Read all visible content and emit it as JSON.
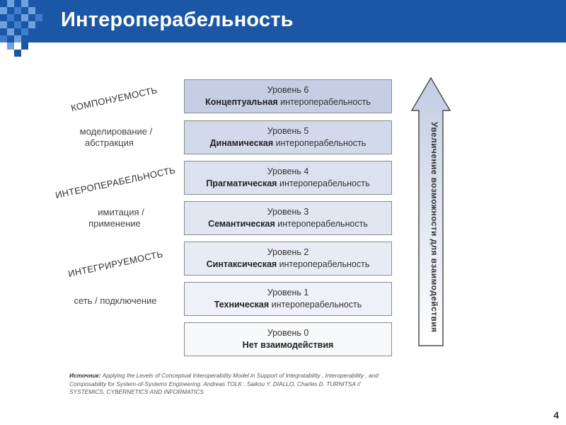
{
  "slide": {
    "title": "Интероперабельность",
    "page_number": "4"
  },
  "levels": [
    {
      "label": "Уровень 6",
      "bold": "Концептуальная",
      "rest": " интероперабельность",
      "fill": "#c5cee4"
    },
    {
      "label": "Уровень 5",
      "bold": "Динамическая",
      "rest": " интероперабельность",
      "fill": "#d2d9ea"
    },
    {
      "label": "Уровень 4",
      "bold": "Прагматическая",
      "rest": " интероперабельность",
      "fill": "#dbe1ee"
    },
    {
      "label": "Уровень 3",
      "bold": "Семантическая",
      "rest": " интероперабельность",
      "fill": "#e1e6f1"
    },
    {
      "label": "Уровень 2",
      "bold": "Синтаксическая",
      "rest": " интероперабельность",
      "fill": "#e7ebf4"
    },
    {
      "label": "Уровень 1",
      "bold": "Техническая",
      "rest": " интероперабельность",
      "fill": "#eef1f7"
    },
    {
      "label": "Уровень 0",
      "bold": "Нет взаимодействия",
      "rest": "",
      "fill": "#f8f9fb"
    }
  ],
  "left_labels": {
    "composability": "КОМПОНУЕМОСТЬ",
    "modeling": "моделирование /",
    "abstraction": "абстракция",
    "interoperability": "ИНТЕРОПЕРАБЕЛЬНОСТЬ",
    "simulation": "имитация /",
    "application": "применение",
    "integratability": "ИНТЕГРИРУЕМОСТЬ",
    "network": "сеть / подключение"
  },
  "arrow": {
    "label": "Увеличение возможности для взаимодействия"
  },
  "source": {
    "prefix": "Источник:",
    "line1": " Applying the Levels of Conceptual Interoperability Model in Support of Integratability , Interoperability , and",
    "line2": "Composability for System-of-Systems Engineering. Andreas TOLK , Saikou Y. DIALLO, Charles D. TURNITSA //",
    "line3": "SYSTEMICS, CYBERNETICS AND INFORMATICS"
  }
}
